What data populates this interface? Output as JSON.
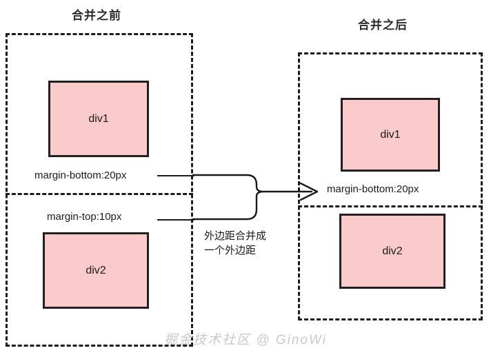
{
  "diagram": {
    "type": "css-margin-collapse-illustration",
    "colors": {
      "box_fill": "#fbcaca",
      "box_stroke": "#231f20",
      "dashed_stroke": "#1c1c1c",
      "text": "#1a1a1a",
      "watermark": "#c9c9c9"
    },
    "panels": [
      {
        "id": "before",
        "title": "合并之前",
        "boxes": [
          {
            "id": "before-div1",
            "label": "div1"
          },
          {
            "id": "before-div2",
            "label": "div2"
          }
        ],
        "labels": [
          {
            "id": "before-margin-bottom",
            "text": "margin-bottom:20px"
          },
          {
            "id": "before-margin-top",
            "text": "margin-top:10px"
          }
        ]
      },
      {
        "id": "after",
        "title": "合并之后",
        "boxes": [
          {
            "id": "after-div1",
            "label": "div1"
          },
          {
            "id": "after-div2",
            "label": "div2"
          }
        ],
        "labels": [
          {
            "id": "after-margin-bottom",
            "text": "margin-bottom:20px"
          }
        ]
      }
    ],
    "connector": {
      "note": "外边距合并成\n一个外边距",
      "arrow_direction": "right"
    },
    "watermark": "掘金技术社区 @ GinoWi"
  }
}
